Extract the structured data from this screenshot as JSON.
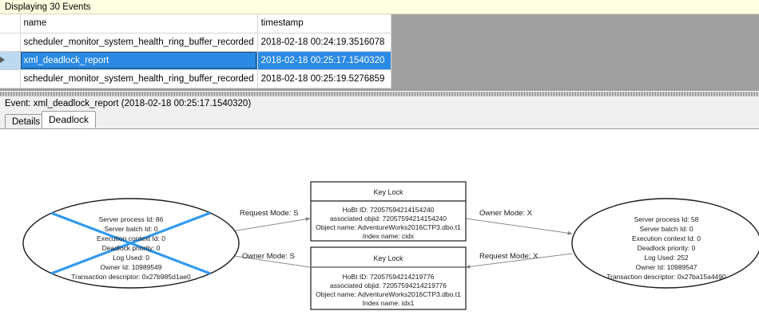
{
  "banner": {
    "text": "Displaying 30 Events"
  },
  "grid": {
    "columns": [
      "",
      "name",
      "timestamp"
    ],
    "rows": [
      {
        "selector": "",
        "name": "scheduler_monitor_system_health_ring_buffer_recorded",
        "timestamp": "2018-02-18 00:24:19.3516078",
        "selected": false
      },
      {
        "selector": "▶",
        "name": "xml_deadlock_report",
        "timestamp": "2018-02-18 00:25:17.1540320",
        "selected": true
      },
      {
        "selector": "",
        "name": "scheduler_monitor_system_health_ring_buffer_recorded",
        "timestamp": "2018-02-18 00:25:19.5276859",
        "selected": false
      }
    ]
  },
  "detail": {
    "event_label": "Event: xml_deadlock_report (2018-02-18 00:25:17.1540320)",
    "tabs": [
      {
        "label": "Details",
        "active": false
      },
      {
        "label": "Deadlock",
        "active": true
      }
    ]
  },
  "deadlock": {
    "victim_color": "#3399ee",
    "processes": [
      {
        "id": "left",
        "victim": true,
        "lines": [
          "Server process Id: 86",
          "Server batch Id: 0",
          "Execution context Id: 0",
          "Deadlock priority: 0",
          "Log Used: 0",
          "Owner Id: 10989549",
          "Transaction descriptor: 0x27b985d1ae0"
        ]
      },
      {
        "id": "right",
        "victim": false,
        "lines": [
          "Server process Id: 58",
          "Server batch Id: 0",
          "Execution context Id: 0",
          "Deadlock priority: 0",
          "Log Used: 252",
          "Owner Id: 10989547",
          "Transaction descriptor: 0x27ba15a4490"
        ]
      }
    ],
    "resources": [
      {
        "id": "top",
        "title": "Key Lock",
        "lines": [
          "HoBt ID: 72057594214154240",
          "associated objid: 72057594214154240",
          "Object name: AdventureWorks2016CTP3.dbo.t1",
          "Index name: cidx"
        ]
      },
      {
        "id": "bottom",
        "title": "Key Lock",
        "lines": [
          "HoBt ID: 72057594214219776",
          "associated objid: 72057594214219776",
          "Object name: AdventureWorks2016CTP3.dbo.t1",
          "Index name: idx1"
        ]
      }
    ],
    "edges": [
      {
        "id": "left-request-top",
        "label": "Request Mode: S"
      },
      {
        "id": "top-owner-right",
        "label": "Owner Mode: X"
      },
      {
        "id": "bottom-owner-left",
        "label": "Owner Mode: S"
      },
      {
        "id": "right-request-bottom",
        "label": "Request Mode: X"
      }
    ]
  }
}
